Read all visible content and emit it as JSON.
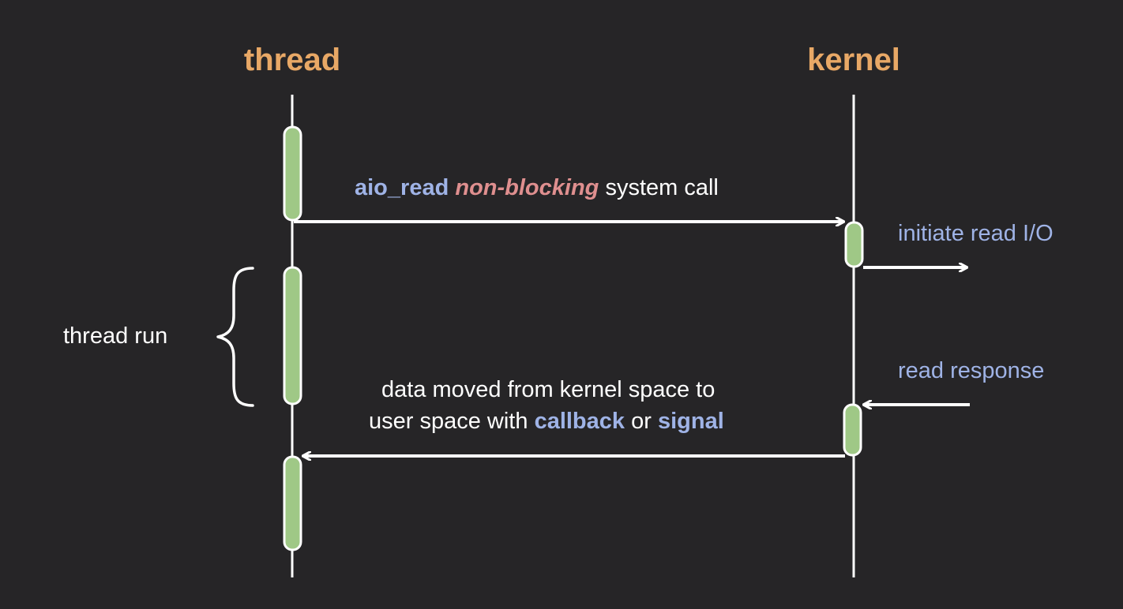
{
  "participants": {
    "thread": "thread",
    "kernel": "kernel"
  },
  "messages": {
    "call": {
      "function": "aio_read",
      "mode": "non-blocking",
      "rest": "system call"
    },
    "return": {
      "line1": "data moved from kernel space to",
      "line2_prefix": "user space with",
      "callback": "callback",
      "or": "or",
      "signal": "signal"
    }
  },
  "kernel_events": {
    "initiate": "initiate read I/O",
    "response": "read response"
  },
  "thread_annotation": {
    "label": "thread run"
  },
  "colors": {
    "background": "#262527",
    "header": "#e8a866",
    "activation": "#9fc886",
    "function_text": "#9fb3e6",
    "highlight_text": "#df8f8f",
    "lines": "#ffffff"
  }
}
